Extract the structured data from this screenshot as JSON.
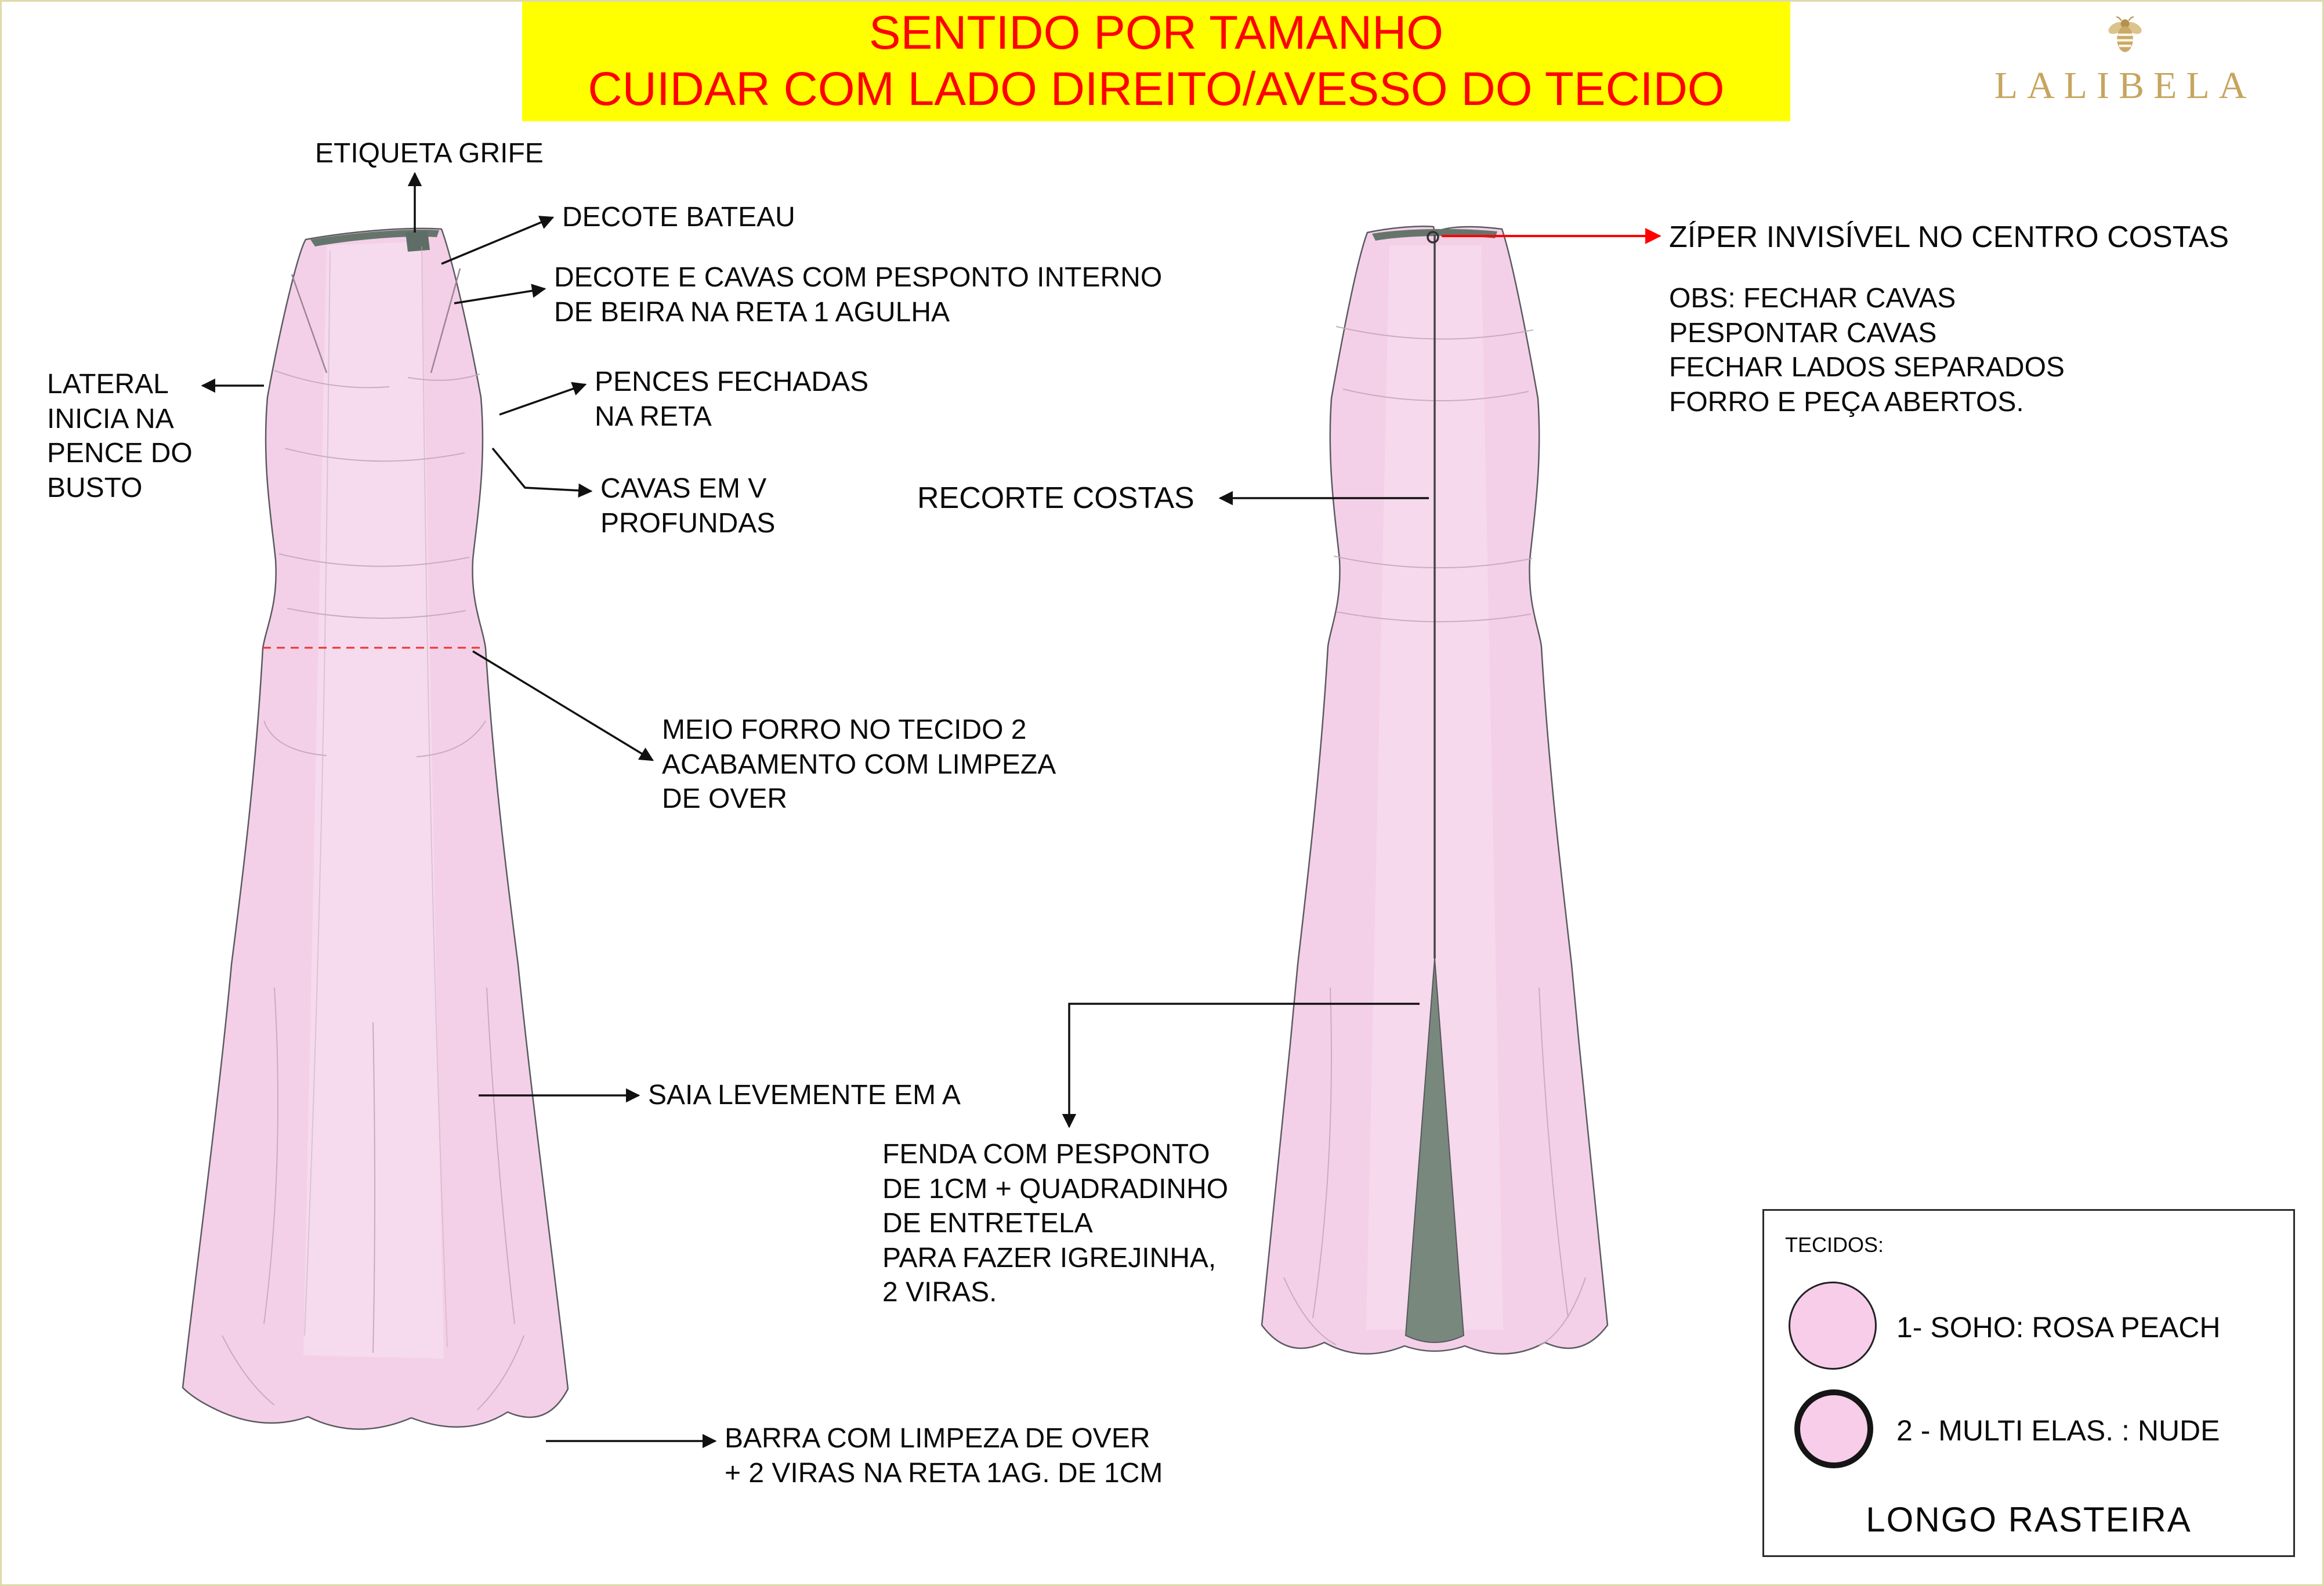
{
  "banner": {
    "line1": "SENTIDO POR TAMANHO",
    "line2": "CUIDAR COM LADO DIREITO/AVESSO DO TECIDO",
    "bg_color": "#ffff00",
    "text_color": "#ff0000"
  },
  "brand": {
    "name": "LALIBELA",
    "icon": "bee-icon",
    "color": "#c7a55f"
  },
  "front_view": {
    "labels": {
      "etiqueta_grife": "ETIQUETA GRIFE",
      "decote_bateau": "DECOTE BATEAU",
      "decote_cavas": "DECOTE E CAVAS COM PESPONTO INTERNO\nDE BEIRA NA RETA 1 AGULHA",
      "pences": "PENCES FECHADAS\nNA RETA",
      "cavas_v": "CAVAS EM V\nPROFUNDAS",
      "lateral": "LATERAL\nINICIA NA\nPENCE DO\nBUSTO",
      "meio_forro": "MEIO FORRO NO TECIDO 2\nACABAMENTO COM LIMPEZA\nDE OVER",
      "saia": "SAIA LEVEMENTE EM  A",
      "barra": "BARRA COM LIMPEZA DE OVER\n+  2 VIRAS NA RETA 1AG. DE 1CM"
    }
  },
  "back_view": {
    "labels": {
      "ziper": "ZÍPER INVISÍVEL NO CENTRO COSTAS",
      "obs": "OBS: FECHAR CAVAS\nPESPONTAR CAVAS\nFECHAR LADOS SEPARADOS\nFORRO E PEÇA ABERTOS.",
      "recorte_costas": "RECORTE COSTAS",
      "fenda": "FENDA COM PESPONTO\nDE 1CM + QUADRADINHO\nDE ENTRETELA\nPARA FAZER IGREJINHA,\n2 VIRAS."
    }
  },
  "legend": {
    "title": "TECIDOS:",
    "fabrics": [
      {
        "label": "1- SOHO: ROSA PEACH",
        "swatch_color": "#f7cde9"
      },
      {
        "label": "2 - MULTI ELAS. : NUDE",
        "swatch_color": "#f7cde9"
      }
    ],
    "product_name": "LONGO RASTEIRA"
  },
  "colors": {
    "dress_fabric": "#f4d0e8",
    "slit_lining": "#79887d",
    "dashed_line_red": "#ee3333",
    "arrow_black": "#111111",
    "arrow_red": "#ff0000"
  }
}
